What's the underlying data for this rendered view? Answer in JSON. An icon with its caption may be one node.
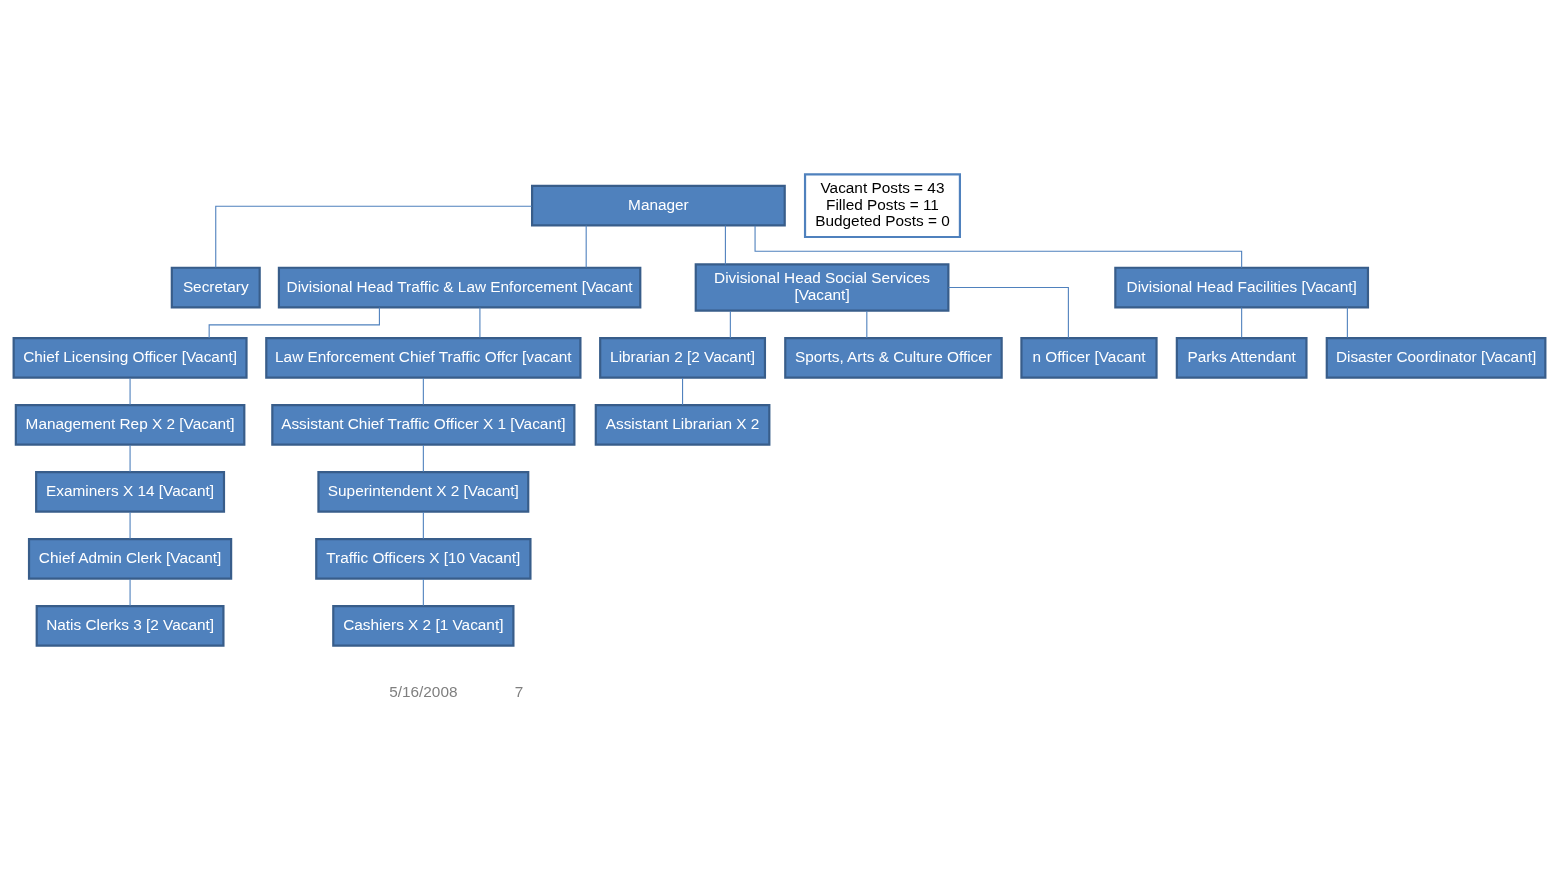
{
  "diagram": {
    "nodes": [
      {
        "text": [
          "Manager"
        ]
      },
      {
        "text": [
          "Secretary"
        ]
      },
      {
        "text": [
          "Divisional Head Traffic & Law Enforcement [Vacant"
        ]
      },
      {
        "text": [
          "Divisional Head Social Services",
          "[Vacant]"
        ]
      },
      {
        "text": [
          "Divisional Head Facilities [Vacant]"
        ]
      },
      {
        "text": [
          "Chief Licensing Officer [Vacant]"
        ]
      },
      {
        "text": [
          "Law Enforcement Chief Traffic Offcr [vacant"
        ]
      },
      {
        "text": [
          "Librarian 2 [2 Vacant]"
        ]
      },
      {
        "text": [
          "Sports, Arts & Culture Officer"
        ]
      },
      {
        "text": [
          "n Officer [Vacant"
        ]
      },
      {
        "text": [
          "Parks Attendant"
        ]
      },
      {
        "text": [
          "Disaster Coordinator [Vacant]"
        ]
      },
      {
        "text": [
          "Management Rep X 2 [Vacant]"
        ]
      },
      {
        "text": [
          "Assistant Chief Traffic Officer X 1 [Vacant]"
        ]
      },
      {
        "text": [
          "Assistant Librarian X 2"
        ]
      },
      {
        "text": [
          "Examiners X 14 [Vacant]"
        ]
      },
      {
        "text": [
          "Superintendent X 2 [Vacant]"
        ]
      },
      {
        "text": [
          "Chief Admin Clerk [Vacant]"
        ]
      },
      {
        "text": [
          "Traffic Officers X [10 Vacant]"
        ]
      },
      {
        "text": [
          "Natis Clerks 3 [2 Vacant]"
        ]
      },
      {
        "text": [
          "Cashiers X 2 [1 Vacant]"
        ]
      },
      {
        "text": [
          "Vacant Posts = 43",
          "Filled Posts = 11",
          "Budgeted Posts = 0"
        ]
      }
    ],
    "edges": [
      {
        "from": 0,
        "to": 1,
        "arrow": "none"
      },
      {
        "from": 0,
        "to": 2,
        "arrow": "none"
      },
      {
        "from": 0,
        "to": 3,
        "arrow": "none"
      },
      {
        "from": 0,
        "to": 4,
        "arrow": "none"
      },
      {
        "from": 2,
        "to": 5,
        "arrow": "none"
      },
      {
        "from": 2,
        "to": 6,
        "arrow": "none"
      },
      {
        "from": 3,
        "to": 7,
        "arrow": "none"
      },
      {
        "from": 3,
        "to": 8,
        "arrow": "none"
      },
      {
        "from": 3,
        "to": 9,
        "arrow": "none"
      },
      {
        "from": 4,
        "to": 10,
        "arrow": "none"
      },
      {
        "from": 4,
        "to": 11,
        "arrow": "none"
      },
      {
        "from": 5,
        "to": 12,
        "arrow": "none"
      },
      {
        "from": 12,
        "to": 15,
        "arrow": "none"
      },
      {
        "from": 15,
        "to": 17,
        "arrow": "none"
      },
      {
        "from": 17,
        "to": 19,
        "arrow": "none"
      },
      {
        "from": 6,
        "to": 13,
        "arrow": "none"
      },
      {
        "from": 13,
        "to": 16,
        "arrow": "none"
      },
      {
        "from": 16,
        "to": 18,
        "arrow": "none"
      },
      {
        "from": 18,
        "to": 20,
        "arrow": "none"
      },
      {
        "from": 7,
        "to": 14,
        "arrow": "none"
      }
    ],
    "labels": [
      "5/16/2008",
      "7"
    ]
  }
}
